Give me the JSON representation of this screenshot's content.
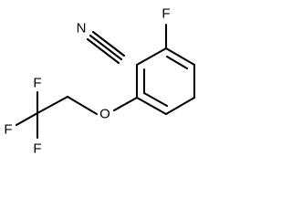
{
  "molecule": {
    "atoms": {
      "n_nitrile": "N",
      "f_ring": "F",
      "o_ether": "O",
      "f_upper": "F",
      "f_left": "F",
      "f_lower": "F"
    }
  }
}
